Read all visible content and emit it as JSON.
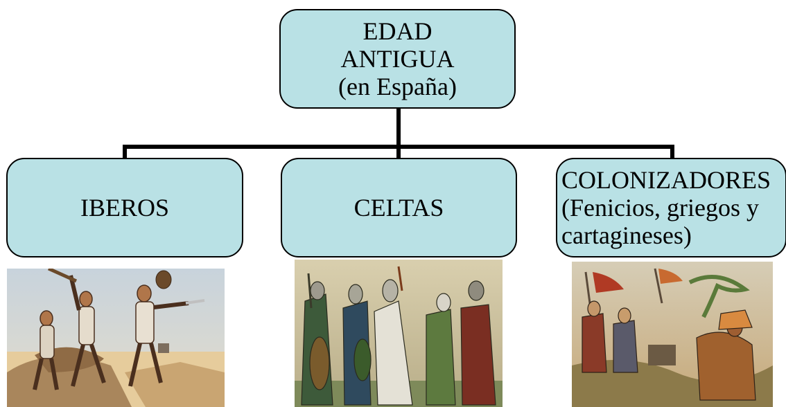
{
  "root": {
    "lines": [
      "EDAD",
      "ANTIGUA",
      "(en España)"
    ]
  },
  "children": [
    {
      "id": "iberos",
      "label": "IBEROS"
    },
    {
      "id": "celtas",
      "label": "CELTAS"
    },
    {
      "id": "colonizadores",
      "lines": [
        "COLONIZADORES",
        "(Fenicios, griegos y",
        "cartagineses)"
      ]
    }
  ],
  "colors": {
    "node_fill": "#b9e1e5",
    "border": "#000000",
    "connector": "#000000"
  },
  "images": [
    {
      "depicts": "iberian-warriors-illustration"
    },
    {
      "depicts": "celtic-warriors-illustration"
    },
    {
      "depicts": "colonizers-illustration"
    }
  ]
}
